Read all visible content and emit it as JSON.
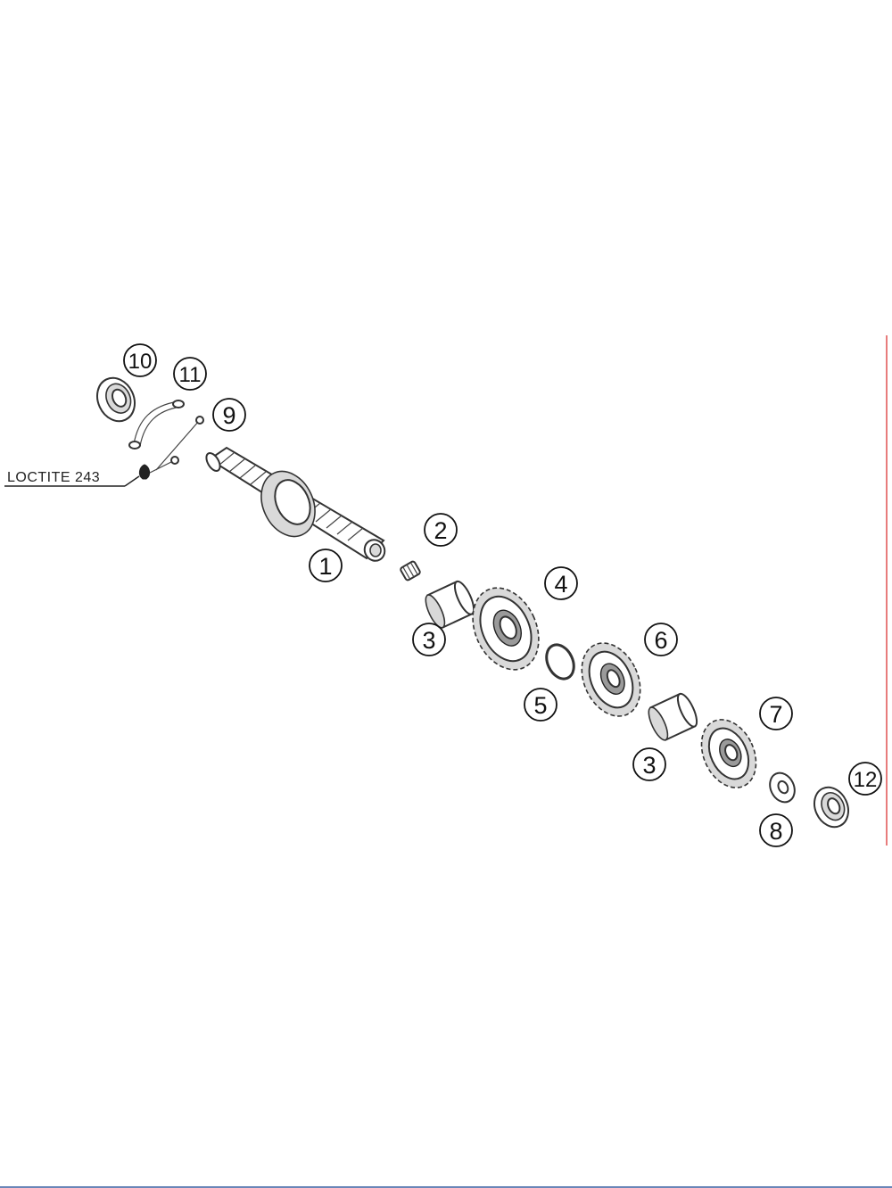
{
  "diagram": {
    "note": "LOCTITE 243",
    "callouts": [
      "1",
      "2",
      "3",
      "4",
      "5",
      "6",
      "3",
      "7",
      "8",
      "9",
      "10",
      "11",
      "12"
    ]
  },
  "colors": {
    "line": "#333333",
    "border_right": "#e05050",
    "border_bottom": "#6a86b8"
  },
  "icons": [
    "shaft",
    "needle-bearing",
    "bushing",
    "gear",
    "circlip",
    "washer",
    "ball-bearing",
    "bearing-retainer",
    "screw"
  ]
}
